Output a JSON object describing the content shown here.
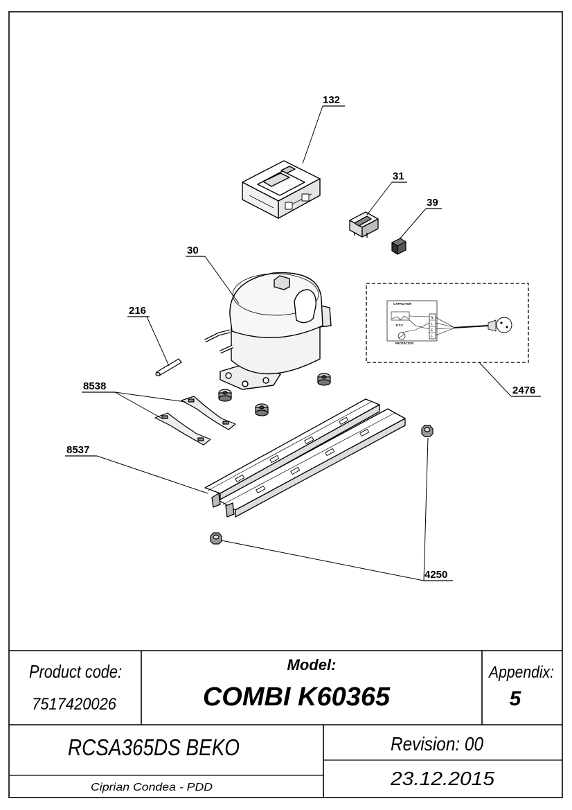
{
  "callouts": {
    "c132": "132",
    "c31": "31",
    "c39": "39",
    "c30": "30",
    "c216": "216",
    "c8538": "8538",
    "c8537": "8537",
    "c2476": "2476",
    "c4250": "4250"
  },
  "wiring": {
    "capacitor": "CAPACITOR",
    "ptc": "P.T.C",
    "protector": "PROTECTOR",
    "terminals": [
      "N",
      "L",
      "E",
      "⏚"
    ]
  },
  "title_block": {
    "product_code_label": "Product code:",
    "product_code_value": "7517420026",
    "model_label": "Model:",
    "model_value": "COMBI K60365",
    "appendix_label": "Appendix:",
    "appendix_value": "5",
    "product_name": "RCSA365DS BEKO",
    "revision": "Revision: 00",
    "author": "Ciprian Condea - PDD",
    "date": "23.12.2015"
  }
}
